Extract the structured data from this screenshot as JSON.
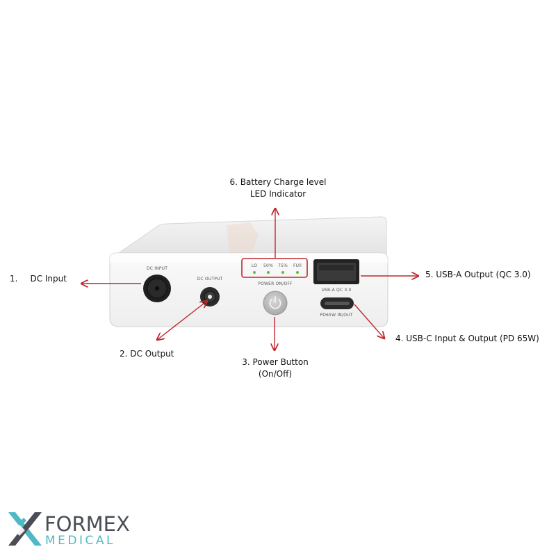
{
  "device": {
    "dc_input_label": "DC INPUT",
    "dc_output_label": "DC OUTPUT",
    "led_labels": [
      "LO",
      "50%",
      "75%",
      "FUll"
    ],
    "power_label": "POWER ON/OFF",
    "usba_label": "USB-A QC 3.0",
    "usbc_label": "PD65W IN/OUT"
  },
  "callouts": {
    "c1_number": "1.",
    "c1_text": "DC Input",
    "c2": "2. DC Output",
    "c3_line1": "3. Power Button",
    "c3_line2": "(On/Off)",
    "c4": "4. USB-C Input & Output (PD 65W)",
    "c5": "5. USB-A Output (QC 3.0)",
    "c6_line1": "6. Battery Charge level",
    "c6_line2": "LED Indicator"
  },
  "brand": {
    "name": "FORMEX",
    "sub": "MEDICAL"
  },
  "colors": {
    "arrow": "#c0272d",
    "led_green": "#5cc23a",
    "logo_dark": "#4a4d55",
    "logo_teal": "#4fb8c4"
  }
}
